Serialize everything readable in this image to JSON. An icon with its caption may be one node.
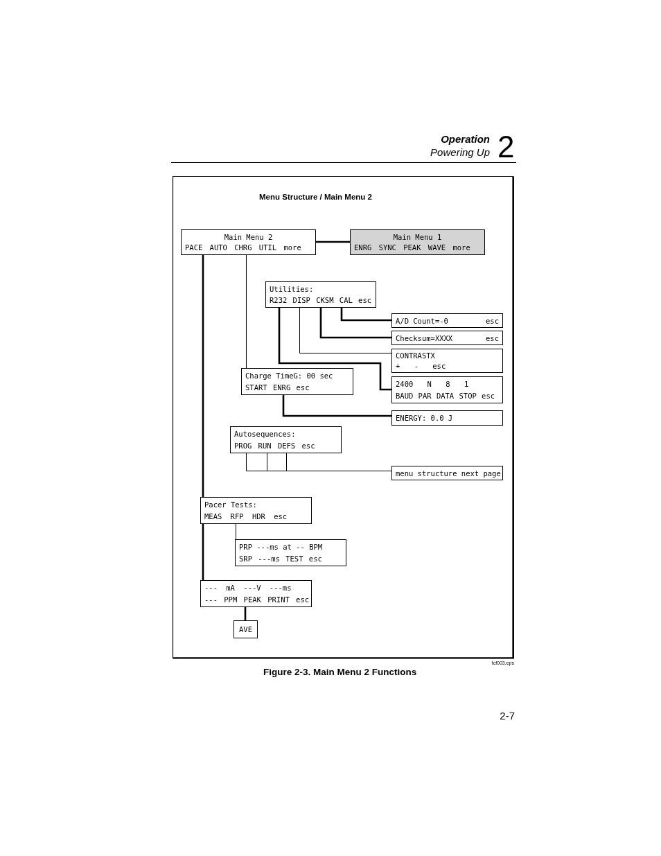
{
  "diagram": {
    "title": "Menu Structure / Main Menu 2",
    "caption": "Figure 2-3. Main Menu 2 Functions",
    "nodes": [
      {
        "text": [
          "Main Menu 2",
          "PACE AUTO CHRG UTIL more"
        ]
      },
      {
        "text": [
          "Main Menu 1",
          "ENRG SYNC PEAK WAVE more"
        ]
      },
      {
        "text": [
          "Utilities:",
          "R232 DISP CKSM CAL esc"
        ]
      },
      {
        "text": [
          "A/D Count=-0",
          "esc"
        ]
      },
      {
        "text": [
          "Checksum=XXXX",
          "esc"
        ]
      },
      {
        "text": [
          "CONTRASTX",
          "+ - esc"
        ]
      },
      {
        "text": [
          "2400 N 8 1",
          "BAUD PAR DATA STOP esc"
        ]
      },
      {
        "text": [
          "Charge TimeG: 00 sec",
          "START ENRG esc"
        ]
      },
      {
        "text": [
          "ENERGY: 0.0 J"
        ]
      },
      {
        "text": [
          "Autosequences:",
          "PROG RUN DEFS esc"
        ]
      },
      {
        "text": [
          "menu structure next page"
        ]
      },
      {
        "text": [
          "Pacer Tests:",
          "MEAS RFP HDR esc"
        ]
      },
      {
        "text": [
          "PRP ---ms at -- BPM",
          "SRP ---ms TEST esc"
        ]
      },
      {
        "text": [
          "--- mA ---V ---ms",
          "--- PPM PEAK PRINT esc"
        ]
      },
      {
        "text": [
          "AVE"
        ]
      }
    ],
    "edges": [
      {
        "from": 0,
        "to": 1,
        "arrow": "none"
      },
      {
        "from": 0,
        "to": 7,
        "arrow": "none"
      },
      {
        "from": 0,
        "to": 11,
        "arrow": "none"
      },
      {
        "from": 11,
        "to": 13,
        "arrow": "none"
      },
      {
        "from": 2,
        "to": 3,
        "arrow": "none"
      },
      {
        "from": 2,
        "to": 4,
        "arrow": "none"
      },
      {
        "from": 2,
        "to": 5,
        "arrow": "none"
      },
      {
        "from": 2,
        "to": 6,
        "arrow": "none"
      },
      {
        "from": 7,
        "to": 8,
        "arrow": "none"
      },
      {
        "from": 9,
        "to": 10,
        "arrow": "none"
      },
      {
        "from": 11,
        "to": 12,
        "arrow": "none"
      },
      {
        "from": 13,
        "to": 14,
        "arrow": "none"
      }
    ],
    "labels": [
      "Operation",
      "Powering Up",
      "2",
      "fcf003.eps",
      "2-7"
    ]
  }
}
